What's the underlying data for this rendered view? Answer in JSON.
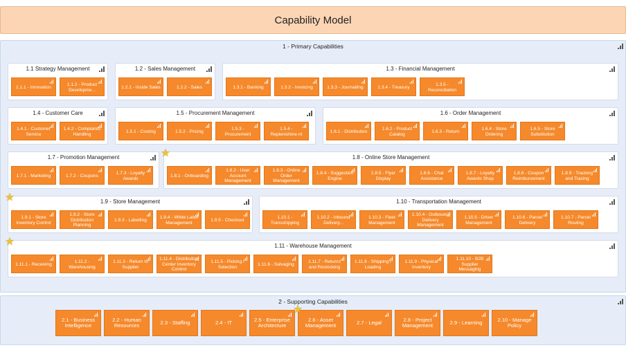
{
  "title": "Capability Model",
  "primary": {
    "label": "1 - Primary Capabilities",
    "groups": [
      {
        "label": "1.1 Strategy Management",
        "items": [
          "1.1.1 - Innovation",
          "1.1.2 - Product Developme..."
        ]
      },
      {
        "label": "1.2 - Sales Management",
        "items": [
          "1.2.1 - Inside Sales",
          "1.2.2 - Sales"
        ]
      },
      {
        "label": "1.3 - Financial Management",
        "items": [
          "1.3.1 - Banking",
          "1.3.2 - Invoicing",
          "1.3.3 - Journalling",
          "1.3.4 - Treasury",
          "1.3.5 - Reconciliation"
        ]
      },
      {
        "label": "1.4 - Customer Care",
        "items": [
          "1.4.1 - Customer Service",
          "1.4.2 - Complaints Handling"
        ]
      },
      {
        "label": "1.5 - Procurement Management",
        "items": [
          "1.5.1 - Costing",
          "1.5.2 - Pricing",
          "1.5.3 - Procurement",
          "1.5.4 - Replenishme nt"
        ]
      },
      {
        "label": "1.6 - Order Management",
        "items": [
          "1.6.1 - Distribution",
          "1.6.2 - Product Catalog",
          "1.6.3 - Return",
          "1.6.4 - Store Ordering",
          "1.6.5 - Store Substitution"
        ]
      },
      {
        "label": "1.7 - Promotion Management",
        "items": [
          "1.7.1 - Marketing",
          "1.7.2 - Coupons",
          "1.7.3 - Loyalty Awards"
        ]
      },
      {
        "label": "1.8 - Online Store Management",
        "items": [
          "1.8.1 - Onboarding",
          "1.8.2 - User Account Management",
          "1.8.3 - Online Order Management",
          "1.8.4 - Suggestion Engine",
          "1.8.5 - Flyer Display",
          "1.8.6 - Chat Assistance",
          "1.8.7 - Loyalty Awards Shop",
          "1.8.8 - Coupon Reimbursement",
          "1.8.9 - Tracking and Tracing"
        ]
      },
      {
        "label": "1.9 - Store Management",
        "items": [
          "1.9.1 - Store Inventory Control",
          "1.9.2 - Store Distribution Planning",
          "1.9.3 - Labelling",
          "1.9.4 - White Label Management",
          "1.9.5 - Checkout"
        ]
      },
      {
        "label": "1.10 - Transportation Management",
        "items": [
          "1.10.1 - Transshipping",
          "1.10.2 - Inbound Delivery...",
          "1.10.3 - Fleet Management",
          "1.10.4 - Outbound Delivery Management",
          "1.10.5 - Driver Management",
          "1.10.6 - Parcel Delivery",
          "1.10.7 - Parcel Routing"
        ]
      },
      {
        "label": "1.11 - Warehouse Management",
        "items": [
          "1.11.1 - Receiving",
          "1.11.2 - Warehousing",
          "1.11.3 - Return to Supplier",
          "1.11.4 - Distribution Center Inventory Control",
          "1.11.5 - Picking / Selection",
          "1.11.6 - Salvaging",
          "1.11.7 - Returns and Restocking",
          "1.11.8 - Shipping / Loading",
          "1.11.9 - Physical Inventory",
          "1.11.10 - B2B Supplier Messaging"
        ]
      }
    ]
  },
  "supporting": {
    "label": "2 - Supporting Capabilities",
    "items": [
      "2.1 - Business Intelligence",
      "2.2 - Human Resources",
      "2.3 - Staffing",
      "2.4 - IT",
      "2.5 - Enterprise Architecture",
      "2.6 - Asset Management",
      "2.7 - Legal",
      "2.8 - Project Management",
      "2.9 - Learning",
      "2.10 - Manage Policy"
    ]
  },
  "colors": {
    "capability": "#f5892b",
    "title_bar": "#fcd5b4",
    "section": "#e6edf8"
  },
  "icons": [
    "chart-icon",
    "star-icon"
  ]
}
